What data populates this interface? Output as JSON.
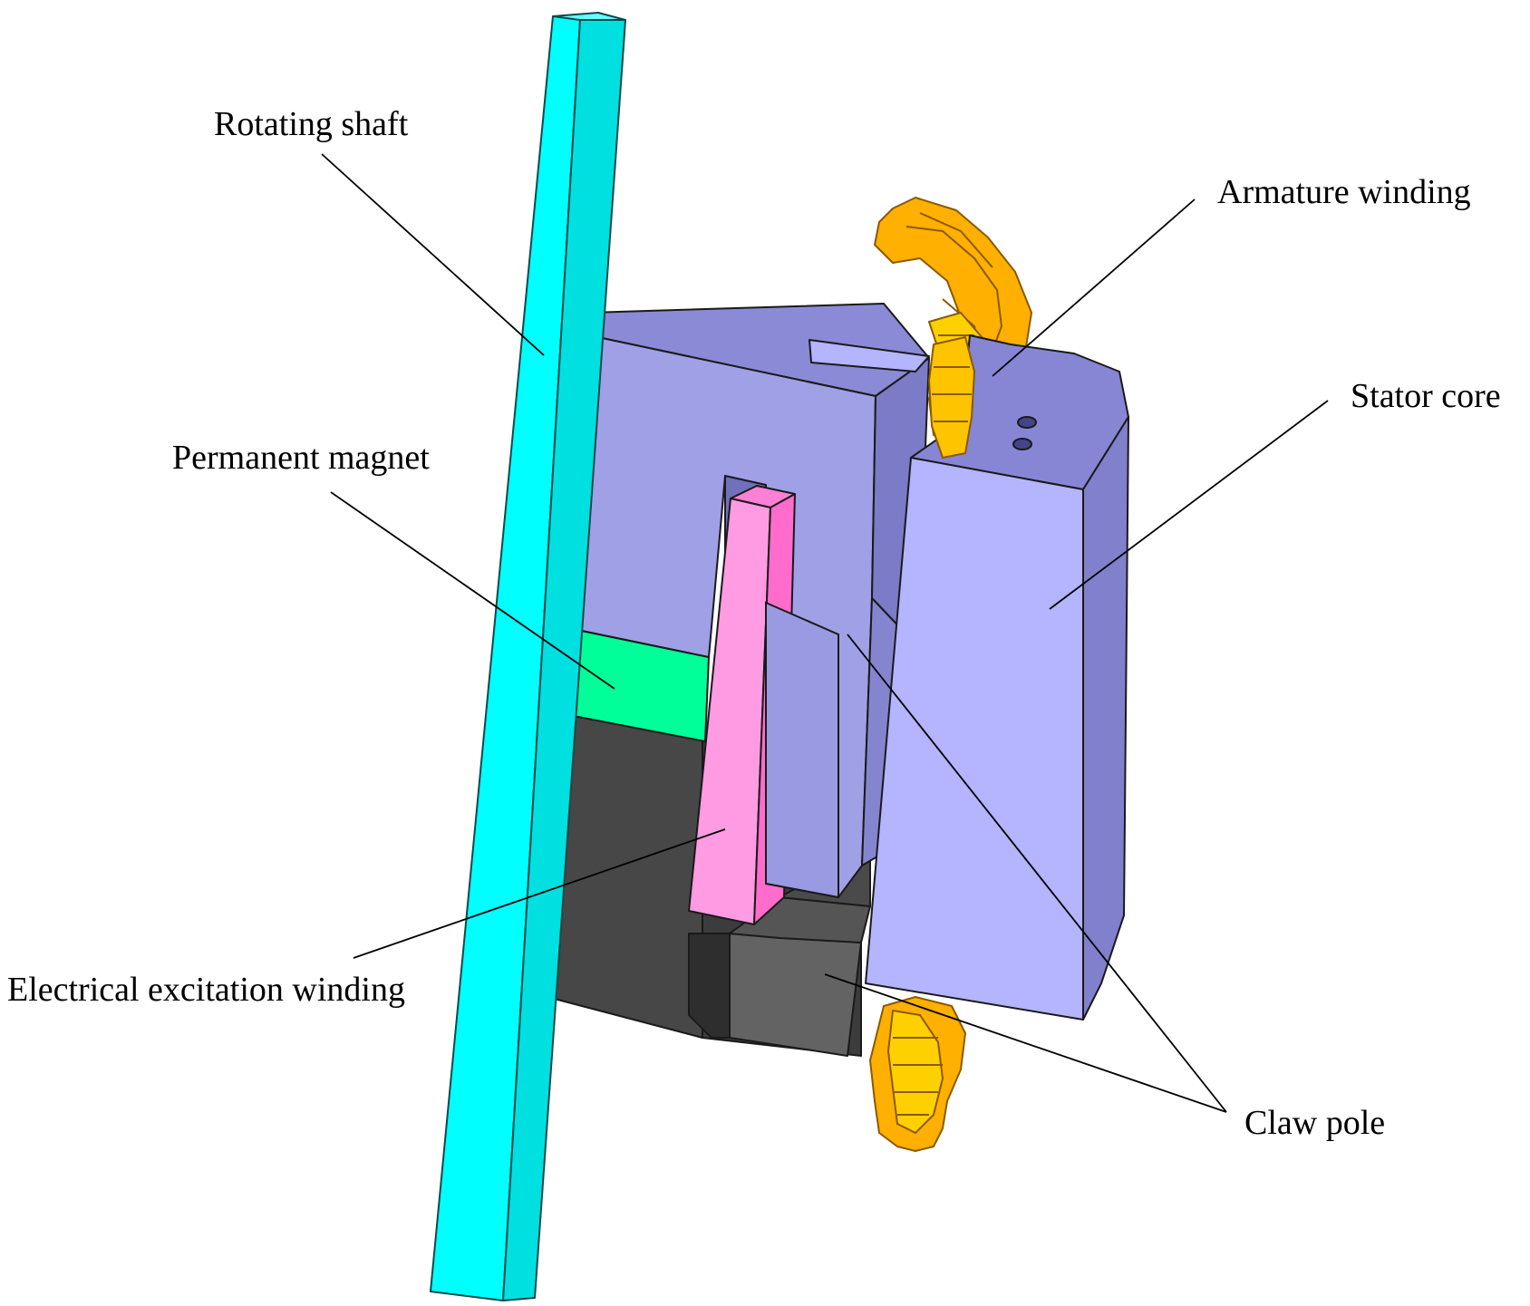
{
  "labels": {
    "rotating_shaft": "Rotating shaft",
    "armature_winding": "Armature winding",
    "stator_core": "Stator core",
    "permanent_magnet": "Permanent magnet",
    "electrical_excitation_winding": "Electrical excitation winding",
    "claw_pole": "Claw pole"
  },
  "colors": {
    "shaft": "#00ffff",
    "claw_pole": "#a0a0e6",
    "stator_core": "#b4b4ff",
    "permanent_magnet": "#ff9be3",
    "green_segment": "#00ff99",
    "excitation_winding": "#4a4a4a",
    "armature_winding": "#ffb800"
  }
}
